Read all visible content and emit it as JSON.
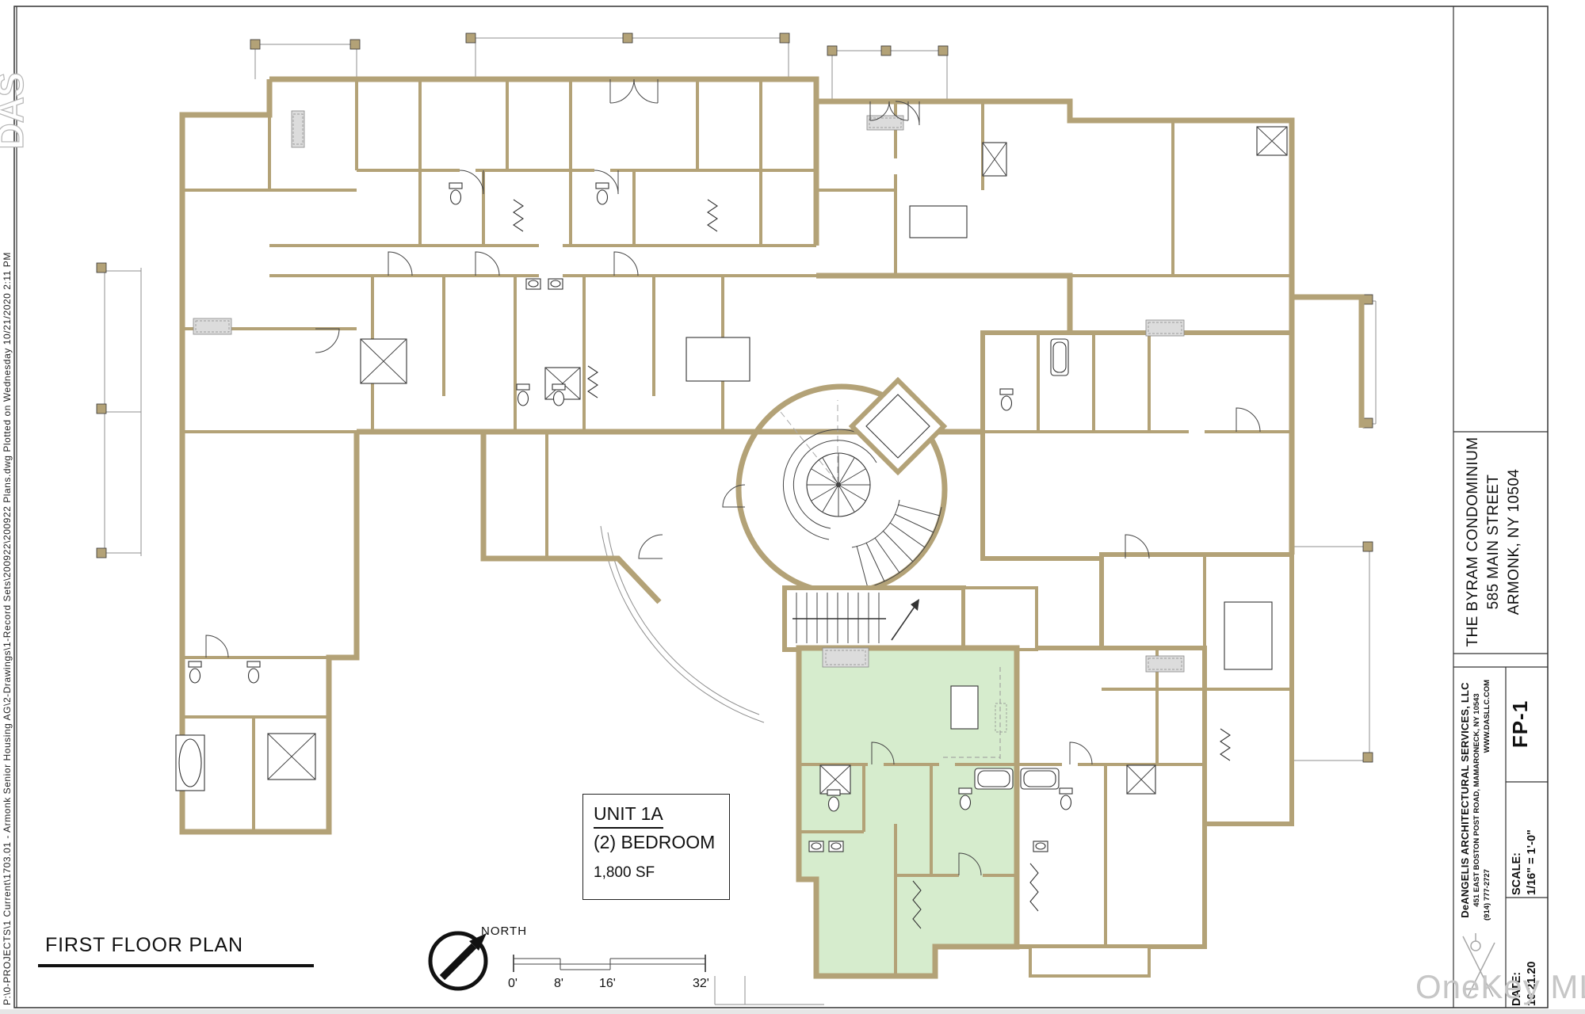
{
  "page": {
    "watermark": "OneKey MLS"
  },
  "stamp": {
    "path_text": "P:\\0-PROJECTS\\1 Current\\1703.01 - Armonk Senior Housing AG\\2-Drawings\\1-Record Sets\\200922\\200922 Plans.dwg Plotted on Wednesday 10/21/2020 2:11 PM"
  },
  "plan": {
    "title": "FIRST FLOOR PLAN",
    "north_label": "NORTH",
    "scale_ticks": [
      "0'",
      "8'",
      "16'",
      "32'"
    ],
    "unit_box": {
      "name": "UNIT 1A",
      "bedrooms": "(2) BEDROOM",
      "area": "1,800 SF"
    },
    "colors": {
      "wall": "#b3a277",
      "unit_highlight": "#d6eccd"
    }
  },
  "title_block": {
    "project": {
      "name": "THE BYRAM CONDOMINIUM",
      "address1": "585 MAIN STREET",
      "address2": "ARMONK, NY 10504"
    },
    "firm": {
      "name": "DeANGELIS ARCHITECTURAL SERVICES, LLC",
      "address": "451 EAST BOSTON POST ROAD, MAMARONECK, NY 10543",
      "phone": "(914) 777-2727",
      "website": "WWW.DASLLC.COM",
      "logo": "DAS"
    },
    "sheet": {
      "number": "FP-1",
      "scale_label": "SCALE:",
      "scale_value": "1/16\" = 1'-0\"",
      "date_label": "DATE:",
      "date_value": "10.21.20"
    }
  }
}
